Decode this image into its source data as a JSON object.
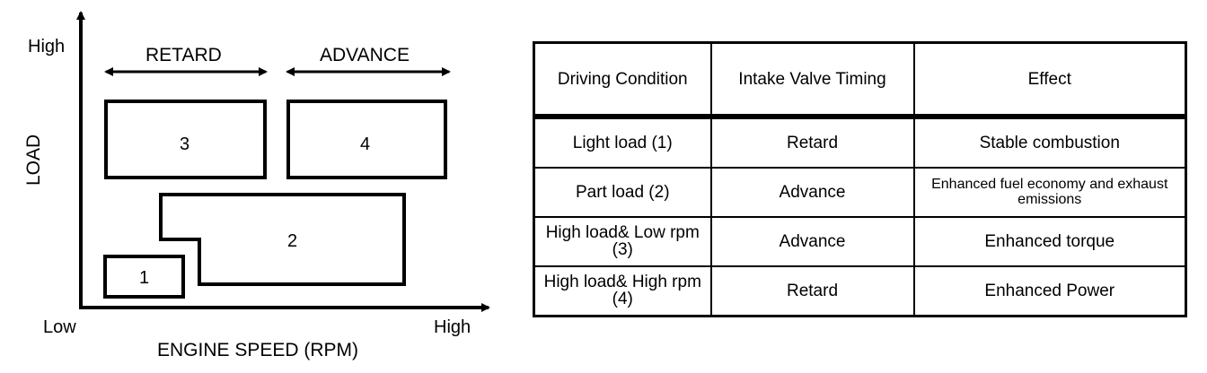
{
  "diagram": {
    "y_axis_label": "LOAD",
    "y_high": "High",
    "x_low": "Low",
    "x_high": "High",
    "x_axis_label": "ENGINE SPEED (RPM)",
    "retard_label": "RETARD",
    "advance_label": "ADVANCE",
    "regions": [
      "1",
      "2",
      "3",
      "4"
    ]
  },
  "table": {
    "headers": [
      "Driving Condition",
      "Intake Valve Timing",
      "Effect"
    ],
    "rows": [
      {
        "condition": "Light load (1)",
        "timing": "Retard",
        "effect": "Stable combustion"
      },
      {
        "condition": "Part load (2)",
        "timing": "Advance",
        "effect": "Enhanced fuel economy and exhaust emissions"
      },
      {
        "condition": "High load& Low rpm (3)",
        "timing": "Advance",
        "effect": "Enhanced torque"
      },
      {
        "condition": "High load& High rpm (4)",
        "timing": "Retard",
        "effect": "Enhanced Power"
      }
    ]
  }
}
